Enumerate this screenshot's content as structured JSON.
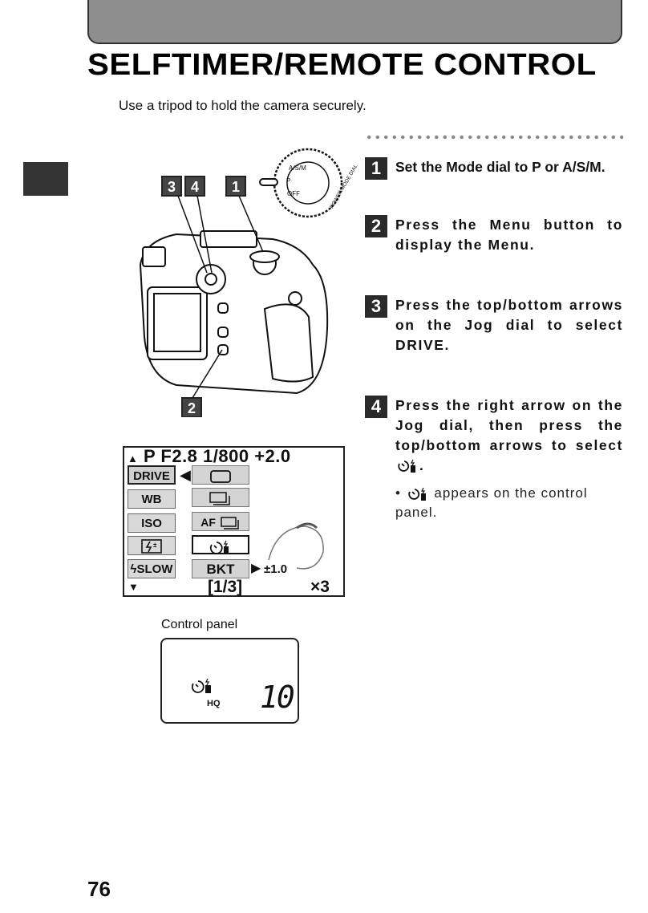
{
  "title": "SELFTIMER/REMOTE CONTROL",
  "intro": "Use a tripod to hold the camera securely.",
  "page_number": "76",
  "steps": [
    {
      "num": "1",
      "text": "Set the Mode dial to P or A/S/M."
    },
    {
      "num": "2",
      "text": "Press the Menu button to display the Menu."
    },
    {
      "num": "3",
      "text": "Press the top/bottom arrows on the Jog dial to select DRIVE."
    },
    {
      "num": "4",
      "text": "Press the right arrow on the Jog dial, then press the top/bottom arrows to select",
      "tail": "."
    }
  ],
  "bullet": {
    "mark": "•",
    "text": "appears on the control panel."
  },
  "figure": {
    "callouts": [
      "3",
      "4",
      "1",
      "2"
    ],
    "dial_labels": [
      "A/S/M",
      "P",
      "OFF",
      "POWER/MODE DIAL"
    ]
  },
  "lcd": {
    "top_line": "P F2.8  1/800 +2.0",
    "menu_items": [
      "DRIVE",
      "WB",
      "ISO",
      "",
      "SLOW"
    ],
    "sub_items": [
      "",
      "",
      "AF",
      "",
      "BKT"
    ],
    "bkt_value": "±1.0",
    "page": "[1/3]",
    "multiplier": "×3"
  },
  "control_panel": {
    "label": "Control panel",
    "quality": "HQ",
    "count": "10"
  }
}
